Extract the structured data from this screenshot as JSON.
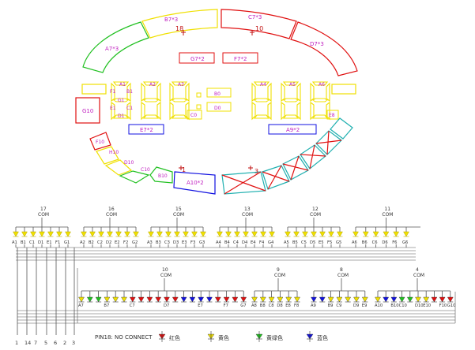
{
  "colors": {
    "red": "#e01010",
    "yellow": "#f0e000",
    "green": "#20c020",
    "blue": "#1010e0",
    "cyan": "#20b0b0",
    "magenta": "#c020c0",
    "label_red": "#c01010"
  },
  "top_segments": {
    "a7": "A7*3",
    "b7": "B7*3",
    "c7": "C7*3",
    "d7": "D7*3",
    "g7": "G7*2",
    "f7": "F7*2",
    "num18": "18",
    "num10": "10",
    "e7": "E7*2",
    "a9": "A9*2",
    "g10": "G10",
    "f10": "F10",
    "h10": "H10",
    "d10": "D10",
    "c10": "C10",
    "b10": "B10",
    "a10": "A10*2",
    "num1": "1",
    "num3": "3"
  },
  "digits": {
    "a1": "A1",
    "b1": "B1",
    "f1": "F1",
    "g1": "G1",
    "e1": "E1",
    "c1": "C1",
    "d1": "D1",
    "a2": "A2",
    "a3": "A3",
    "c0": "C0",
    "b0": "B0",
    "d0": "D0",
    "a4": "A4",
    "a5": "A5",
    "a6": "A6",
    "e8": "E8"
  },
  "com_groups_top": [
    {
      "com": "17",
      "label": "COM",
      "pins": [
        "A1",
        "B1",
        "C1",
        "D1",
        "E1",
        "F1",
        "G1"
      ]
    },
    {
      "com": "16",
      "label": "COM",
      "pins": [
        "A2",
        "B2",
        "C2",
        "D2",
        "E2",
        "F2",
        "G2"
      ]
    },
    {
      "com": "15",
      "label": "COM",
      "pins": [
        "A3",
        "B3",
        "C3",
        "D3",
        "E3",
        "F3",
        "G3"
      ]
    },
    {
      "com": "13",
      "label": "COM",
      "pins": [
        "A4",
        "B4",
        "C4",
        "D4",
        "E4",
        "F4",
        "G4"
      ]
    },
    {
      "com": "12",
      "label": "COM",
      "pins": [
        "A5",
        "B5",
        "C5",
        "D5",
        "E5",
        "F5",
        "G5"
      ]
    },
    {
      "com": "11",
      "label": "COM",
      "pins": [
        "A6",
        "B6",
        "C6",
        "D6",
        "F6",
        "G6"
      ]
    }
  ],
  "com_groups_bottom": [
    {
      "com": "10",
      "label": "COM",
      "pins": [
        "A7",
        "B7",
        "C7",
        "D7",
        "E7",
        "F7",
        "G7"
      ]
    },
    {
      "com": "9",
      "label": "COM",
      "pins": [
        "A8",
        "B8",
        "C8",
        "D8",
        "E8",
        "F8"
      ]
    },
    {
      "com": "8",
      "label": "COM",
      "pins": [
        "A9",
        "B9",
        "C9",
        "D9",
        "E9"
      ]
    },
    {
      "com": "4",
      "label": "COM",
      "pins": [
        "A10",
        "B10",
        "C10",
        "D10",
        "E10",
        "F10",
        "G10"
      ]
    }
  ],
  "pin_numbers": [
    "1",
    "14",
    "7",
    "5",
    "6",
    "2",
    "3"
  ],
  "legend": {
    "note": "PIN18: NO CONNECT",
    "items": [
      {
        "color": "red",
        "label": "红色"
      },
      {
        "color": "yellow",
        "label": "黄色"
      },
      {
        "color": "green",
        "label": "黄绿色"
      },
      {
        "color": "blue",
        "label": "蓝色"
      }
    ]
  }
}
